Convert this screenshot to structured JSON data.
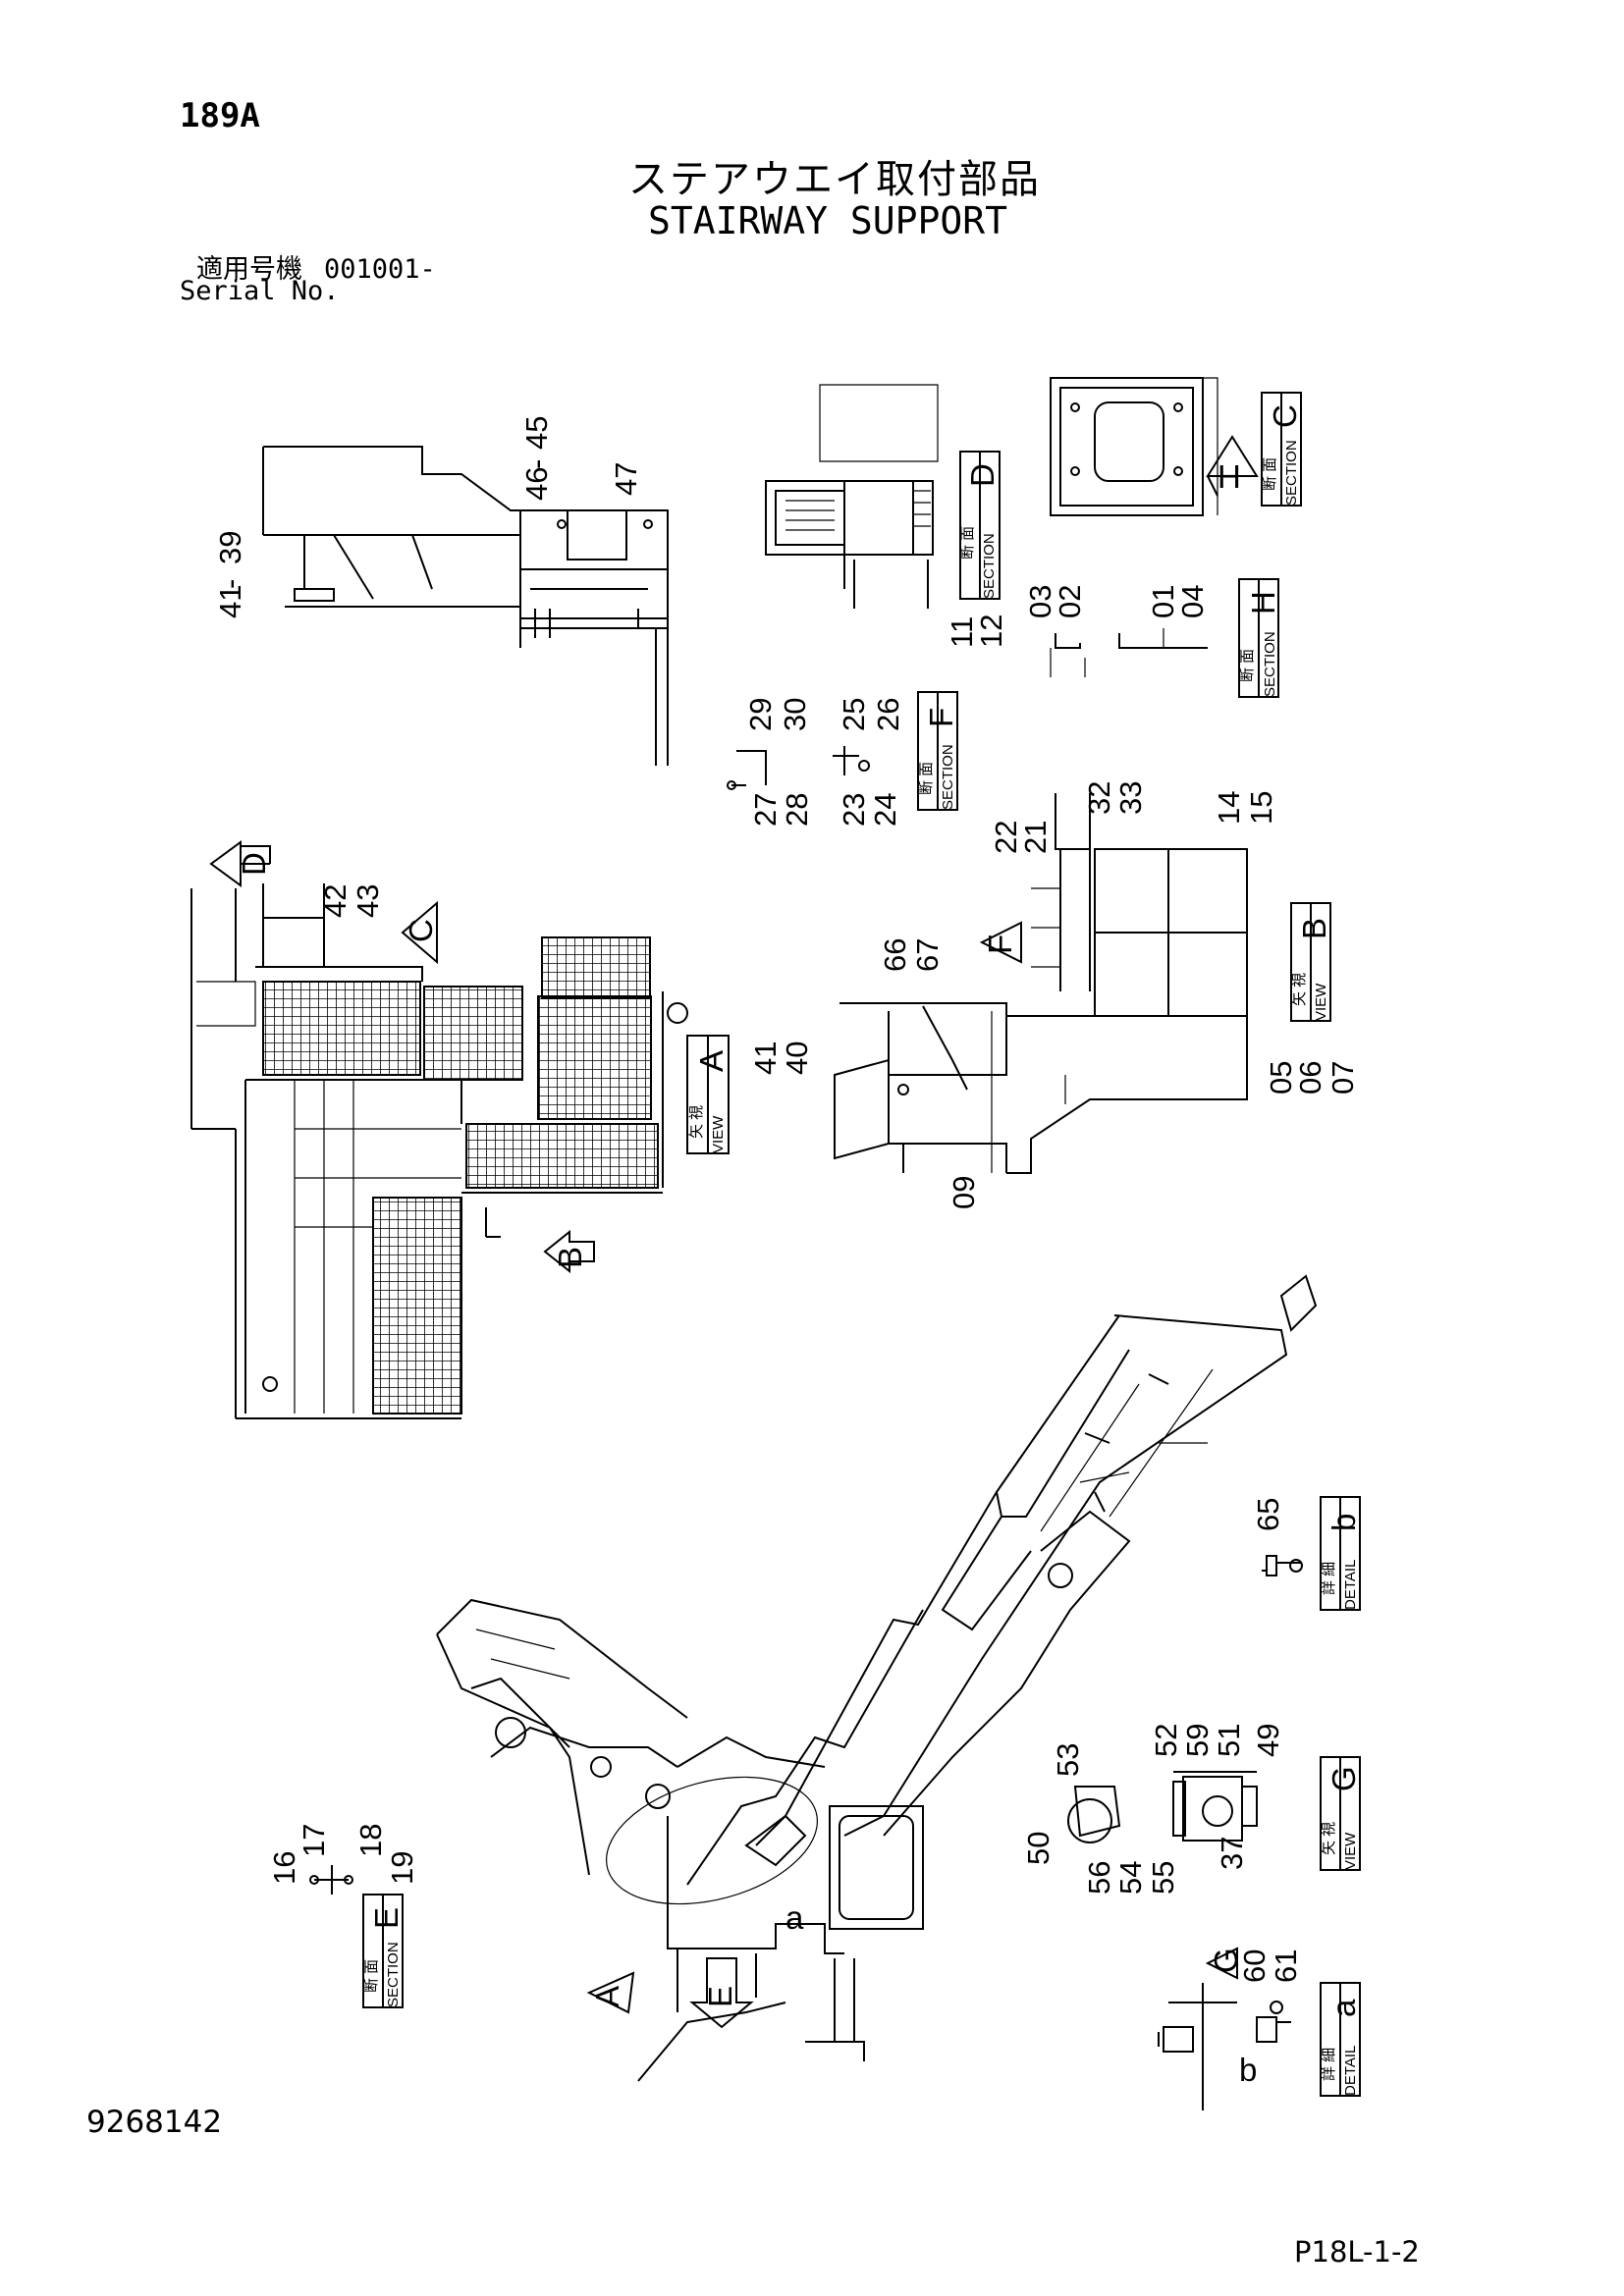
{
  "header": {
    "code": "189A",
    "title_jp": "ステアウエイ取付部品",
    "title_en": "STAIRWAY SUPPORT",
    "serial_label_jp": "適用号機",
    "serial_value": "001001-",
    "serial_label_en": "Serial No."
  },
  "footer": {
    "doc_number": "9268142",
    "page_ref": "P18L-1-2"
  },
  "panels": {
    "view_a": {
      "letter": "A",
      "jp": "矢 視",
      "en": "VIEW"
    },
    "view_b": {
      "letter": "B",
      "jp": "矢 視",
      "en": "VIEW"
    },
    "view_g": {
      "letter": "G",
      "jp": "矢 視",
      "en": "VIEW"
    },
    "section_c": {
      "letter": "C",
      "jp": "断 面",
      "en": "SECTION"
    },
    "section_d": {
      "letter": "D",
      "jp": "断 面",
      "en": "SECTION"
    },
    "section_h": {
      "letter": "H",
      "jp": "断 面",
      "en": "SECTION"
    },
    "section_f": {
      "letter": "F",
      "jp": "断 面",
      "en": "SECTION"
    },
    "section_e": {
      "letter": "E",
      "jp": "断 面",
      "en": "SECTION"
    },
    "detail_a": {
      "letter": "a",
      "jp": "詳 細",
      "en": "DETAIL"
    },
    "detail_b": {
      "letter": "b",
      "jp": "詳 細",
      "en": "DETAIL"
    }
  },
  "arrows": {
    "d": "D",
    "c": "C",
    "h": "H",
    "f": "F",
    "b": "B",
    "a": "A",
    "e": "E",
    "g": "G"
  },
  "callouts": {
    "topleft": {
      "a": "41",
      "b": "39"
    },
    "topmid": {
      "a": "46",
      "b": "45",
      "c": "47"
    },
    "sec_d": {
      "a": "11",
      "b": "12"
    },
    "sec_h": {
      "a": "03",
      "b": "02",
      "c": "01",
      "d": "04"
    },
    "sec_f": {
      "a": "29",
      "b": "30",
      "c": "25",
      "d": "26",
      "e": "27",
      "f": "28",
      "g": "23",
      "h": "24"
    },
    "view_a": {
      "a": "42",
      "b": "43"
    },
    "view_b": {
      "a": "32",
      "b": "33",
      "c": "22",
      "d": "21",
      "e": "14",
      "f": "15",
      "g": "66",
      "h": "67",
      "i": "41",
      "j": "40",
      "k": "09",
      "l": "05",
      "m": "06",
      "n": "07"
    },
    "det_b": {
      "a": "65"
    },
    "view_g": {
      "a": "53",
      "b": "52",
      "c": "59",
      "d": "51",
      "e": "49",
      "f": "50",
      "g": "56",
      "h": "54",
      "i": "55",
      "j": "37"
    },
    "sec_e": {
      "a": "16",
      "b": "17",
      "c": "18",
      "d": "19"
    },
    "det_a": {
      "a": "60",
      "b": "61"
    },
    "marks": {
      "a1": "a",
      "b1": "b"
    }
  }
}
